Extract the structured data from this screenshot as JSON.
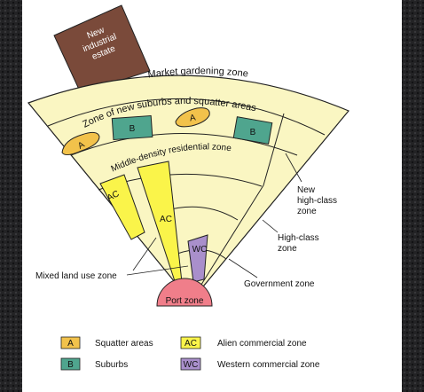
{
  "diagram": {
    "industrial_estate": [
      "New",
      "industrial",
      "estate"
    ],
    "zones": {
      "market_gardening": "Market gardening zone",
      "new_suburbs": "Zone of new suburbs and squatter areas",
      "middle_density": "Middle-density residential zone",
      "new_high_class": [
        "New",
        "high-class",
        "zone"
      ],
      "high_class": [
        "High-class",
        "zone"
      ],
      "mixed_land_use": "Mixed land use zone",
      "government": "Government zone",
      "port": "Port zone"
    },
    "markers": {
      "squatter": "A",
      "suburbs": "B",
      "alien": "AC",
      "western": "WC"
    }
  },
  "legend": [
    {
      "code": "A",
      "label": "Squatter areas",
      "color": "#F2C24B"
    },
    {
      "code": "AC",
      "label": "Alien commercial zone",
      "color": "#FAF44A"
    },
    {
      "code": "B",
      "label": "Suburbs",
      "color": "#4FA58E"
    },
    {
      "code": "WC",
      "label": "Western commercial zone",
      "color": "#A98FCB"
    }
  ],
  "colors": {
    "fan": "#FAF6C2",
    "industrial": "#7A4A3A",
    "port": "#F07E8A",
    "alien": "#FAF44A",
    "western": "#A98FCB",
    "suburbs": "#4FA58E",
    "squatter": "#F2C24B"
  }
}
